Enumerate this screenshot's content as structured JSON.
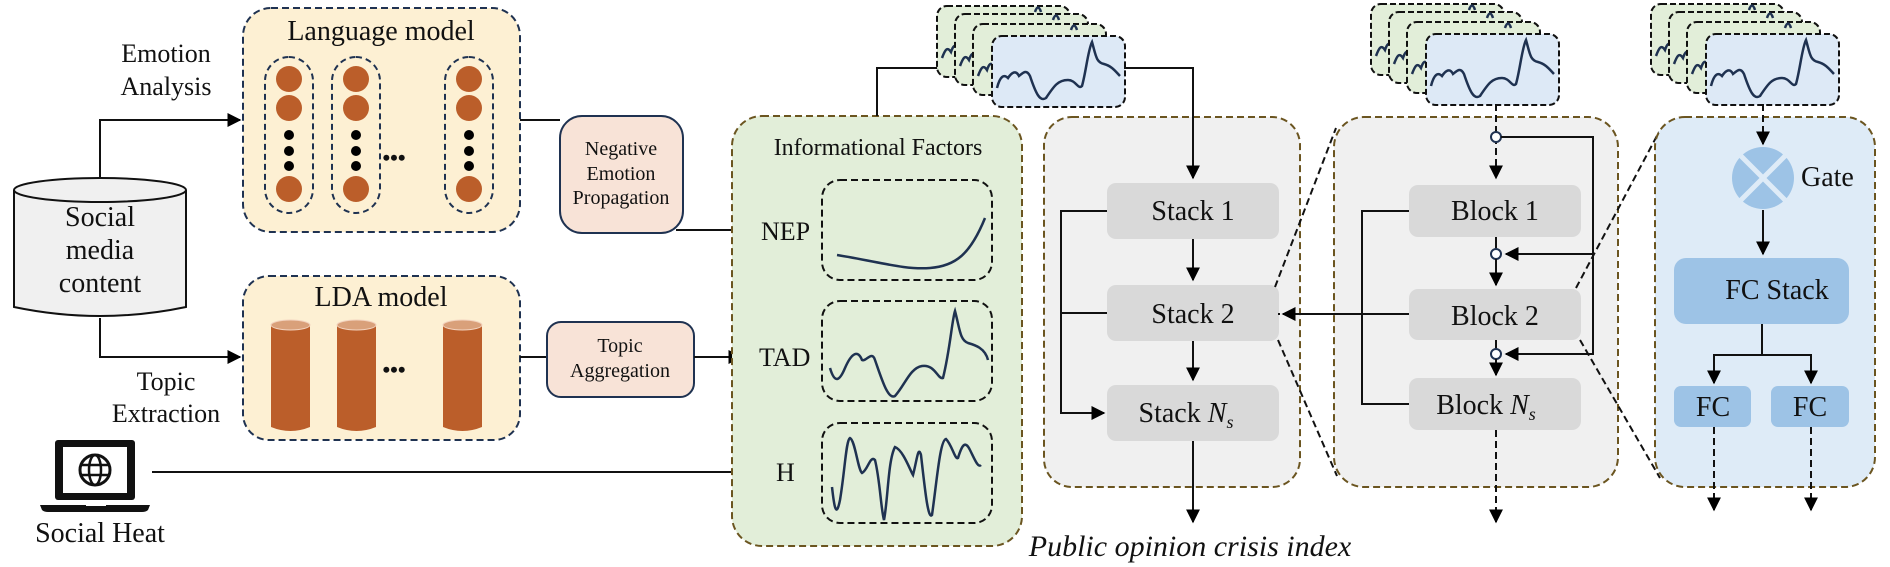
{
  "title": "Public opinion crisis index prediction architecture",
  "colors": {
    "model_box_fill": "#fdf0d3",
    "model_box_border": "#1f3251",
    "neuron": "#bb5e2a",
    "topic_cyl_top": "#d9a07a",
    "process_box_fill": "#f8e3d7",
    "factors_fill": "#e2eed9",
    "panel_border": "#6b5520",
    "panel_gray": "#f0f0f0",
    "node_gray": "#d9d9d9",
    "gate_panel_fill": "#deebf7",
    "node_blue": "#9dc3e6",
    "series_blue_fill": "#dde9f6",
    "series_green_fill": "#e2eed9",
    "line_navy": "#1f3251"
  },
  "inputs": {
    "database_label_lines": [
      "Social",
      "media",
      "content"
    ],
    "social_heat_label": "Social Heat",
    "social_heat_icon": "laptop-globe-icon"
  },
  "edges": {
    "emotion_analysis_lines": [
      "Emotion",
      "Analysis"
    ],
    "topic_extraction_lines": [
      "Topic",
      "Extraction"
    ]
  },
  "language_model": {
    "title": "Language model",
    "columns": 3,
    "ellipsis": "•••"
  },
  "lda_model": {
    "title": "LDA model",
    "cylinders": 3,
    "ellipsis": "•••"
  },
  "process_boxes": {
    "nep_lines": [
      "Negative",
      "Emotion",
      "Propagation"
    ],
    "topic_aggregation_lines": [
      "Topic",
      "Aggregation"
    ]
  },
  "informational_factors": {
    "title": "Informational Factors",
    "factors": [
      {
        "label": "NEP",
        "shape": "slow decline then sharp rise"
      },
      {
        "label": "TAD",
        "shape": "oscillating with late peak"
      },
      {
        "label": "H",
        "shape": "high-frequency oscillation"
      }
    ]
  },
  "stack_panel": {
    "nodes": [
      "Stack 1",
      "Stack 2",
      "Stack "
    ],
    "last_subscript_symbol": "N",
    "last_subscript": "s"
  },
  "block_panel": {
    "nodes": [
      "Block 1",
      "Block 2",
      "Block "
    ],
    "last_subscript_symbol": "N",
    "last_subscript": "s"
  },
  "gate_panel": {
    "gate_label": "Gate",
    "gate_icon": "multiply-gate-icon",
    "fc_stack_label": "FC Stack",
    "fc_heads": [
      "FC",
      "FC"
    ]
  },
  "output_label": "Public opinion crisis index"
}
